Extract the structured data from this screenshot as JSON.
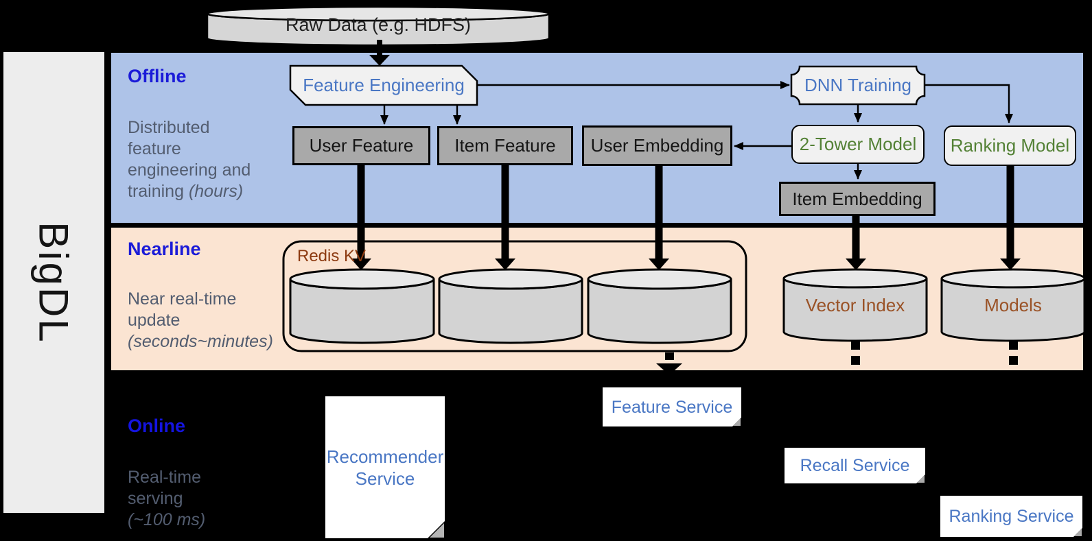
{
  "logo": "BigDL",
  "raw_data_label": "Raw Data (e.g. HDFS)",
  "sections": {
    "offline": {
      "label": "Offline",
      "desc": "Distributed\nfeature\nengineering and",
      "desc_tail": "training ",
      "desc_time": "(hours)"
    },
    "nearline": {
      "label": "Nearline",
      "desc": "Near real-time\nupdate",
      "desc_time": "(seconds~minutes)"
    },
    "online": {
      "label": "Online",
      "desc": "Real-time\nserving",
      "desc_time": "(~100 ms)"
    }
  },
  "nodes": {
    "feature_engineering": "Feature Engineering",
    "dnn_training": "DNN Training",
    "user_feature": "User Feature",
    "item_feature": "Item Feature",
    "user_embedding": "User Embedding",
    "two_tower_model": "2-Tower Model",
    "ranking_model": "Ranking Model",
    "item_embedding": "Item Embedding",
    "redis_kv": "Redis KV",
    "vector_index": "Vector Index",
    "models": "Models",
    "recommender_service": "Recommender Service",
    "feature_service": "Feature Service",
    "recall_service": "Recall Service",
    "ranking_service": "Ranking Service"
  },
  "colors": {
    "band_offline": "#AEC3E8",
    "band_nearline": "#FBE4D2",
    "background": "#000000",
    "sidebar": "#EDEDED",
    "heading_blue": "#1B1BD8",
    "section_desc_gray": "#535D70",
    "node_text_blue": "#4A77C4",
    "node_text_green": "#538135",
    "redis_brown": "#8C3A10",
    "cylinder_label_brown": "#9A5226",
    "gray_box_fill": "#A9A9A9",
    "light_box_fill": "#F1F1F1",
    "cylinder_fill": "#D3D3D3"
  }
}
